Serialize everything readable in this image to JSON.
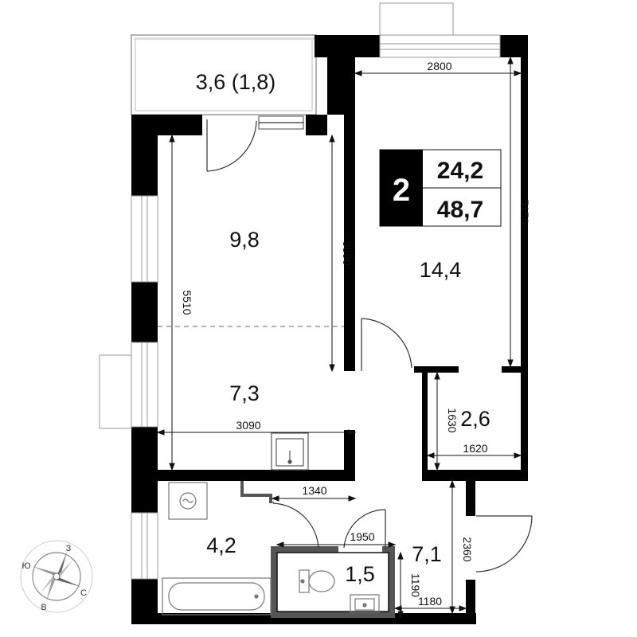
{
  "badge": {
    "rooms": "2",
    "living_area": "24,2",
    "total_area": "48,7"
  },
  "rooms": [
    {
      "id": "balcony",
      "area": "3,6 (1,8)"
    },
    {
      "id": "bedroom",
      "area": "9,8"
    },
    {
      "id": "living-room",
      "area": "14,4"
    },
    {
      "id": "kitchen",
      "area": "7,3"
    },
    {
      "id": "wardrobe",
      "area": "2,6"
    },
    {
      "id": "bathroom",
      "area": "4,2"
    },
    {
      "id": "toilet",
      "area": "1,5"
    },
    {
      "id": "hallway",
      "area": "7,1"
    }
  ],
  "dimensions": {
    "living_width": "2800",
    "living_length": "5150",
    "bedroom_length": "3890",
    "room_length": "5510",
    "kitchen_width": "3090",
    "wardrobe_length": "1630",
    "wardrobe_width": "1620",
    "bath_partition": "1340",
    "toilet_width": "1950",
    "hall_length": "2360",
    "toilet_depth": "1190",
    "hall_width": "1180"
  },
  "compass": {
    "north": "С",
    "south": "Ю",
    "east": "В",
    "west": "З"
  },
  "colors": {
    "wall": "#000000",
    "line": "#111111",
    "fixture": "#999999"
  }
}
